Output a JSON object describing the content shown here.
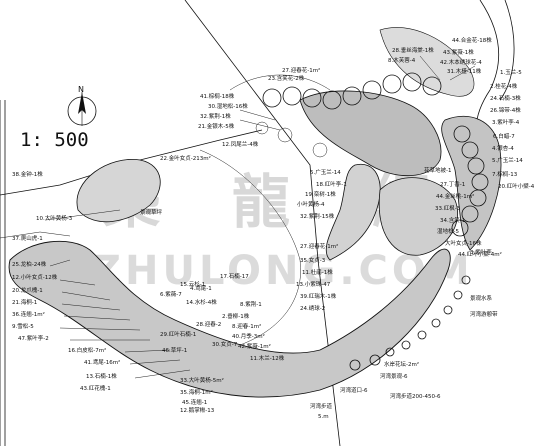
{
  "drawing": {
    "scale_label": "1: 500",
    "north_label": "N",
    "watermark_chars": [
      "築",
      "龍",
      "網"
    ],
    "watermark_latin": "ZHULONG.COM"
  },
  "labels": [
    "44.合金花-18株",
    "43.紫薇-1株",
    "28.垂丝海棠-1株",
    "42.木本绣球花-4",
    "8.木芙蓉-4",
    "27.迎春花-1m²",
    "23.含笑花-2株",
    "31.木槿-11株",
    "1.玉兰-5",
    "41.棕榈-18株",
    "2.桂花-4株",
    "30.湿地松-16株",
    "24.石楠-3株",
    "32.紫荆-1株",
    "26.锦带-4株",
    "21.金银木-5株",
    "3.紫叶李-4",
    "6.白蜡-7",
    "22.金叶女贞-213m²",
    "12.凤尾兰-4株",
    "4.银杏-4",
    "5.广玉兰-14",
    "7.棕榈-13",
    "38.金钟-1株",
    "20.红叶小檗-4",
    "5.广玉兰-14",
    "18.红叶李-1",
    "19.栾树-1株",
    "小叶黄杨-4",
    "32.紫荆-15株",
    "33.红枫-3",
    "34.含笑-1",
    "10.大叶黄杨-3",
    "湿地松-5",
    "37.爬山虎-1",
    "大叶女贞-16株",
    "3.紫叶李-",
    "27.迎春花-1m²",
    "35.女贞-3",
    "25.龙柏-24株",
    "11.杜鹃-1株",
    "12.小叶女贞-12株",
    "13.小紫珠-47",
    "17.石楠-17",
    "20.龙爪槐-1",
    "39.红瑞木-1株",
    "15.云杉-1",
    "21.海桐-1",
    "24.绣球-2",
    "6.紫薇-7",
    "36.连翘-1m²",
    "14.水杉-4株",
    "9.雪松-5",
    "2.垂柳-1株",
    "47.紫叶李-2",
    "8.迎春-1m²",
    "16.白皮松-7m²",
    "40.月季-3m²",
    "41.鸢尾-16m²",
    "42.紫薇-1m²",
    "13.石楠-1株",
    "11.木兰-12株",
    "43.红花槐-1",
    "33.大叶黄杨-5m²",
    "35.海桐-1m²",
    "45.连翘-1",
    "12.鹅掌楸-13",
    "8.紫荆-1",
    "28.迎春-2",
    "29.红叶石楠-1",
    "30.女贞-7",
    "46.草坪-1",
    "44.金丝桃-1m²",
    "27.丁香-1",
    "花草地被-1",
    "44.红叶小檗-4m²",
    "河湾道口-6",
    "河湾景观-6",
    "景观水系",
    "河湾游憩带",
    "河湾步道200-450-6",
    "景观草坪",
    "水岸花坛-2m²",
    "河湾步道",
    "4.鸢尾-1",
    "5.m"
  ]
}
